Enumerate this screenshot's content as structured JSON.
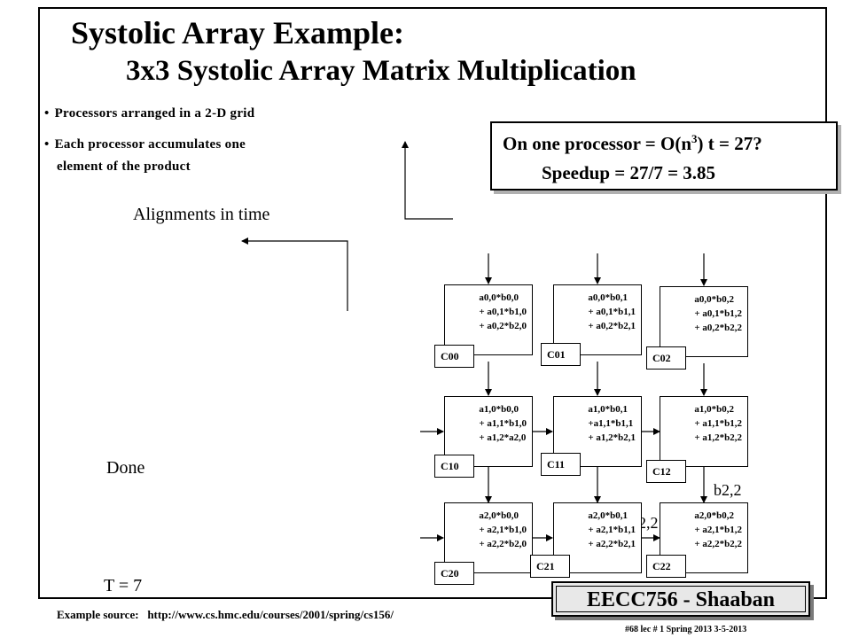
{
  "slide": {
    "title_line1": "Systolic Array  Example:",
    "title_line2": "3x3 Systolic Array Matrix Multiplication",
    "bullets": [
      "Processors  arranged  in  a 2-D grid",
      "Each processor accumulates one"
    ],
    "bullet_continuation": "element  of the product",
    "complexity_line1": "On one processor = O(n",
    "complexity_exp": "3",
    "complexity_line1_end": ") t = 27?",
    "complexity_line2": "Speedup = 27/7 = 3.85",
    "alignment_label": "Alignments in time",
    "status_label": "Done",
    "time_label": "T = 7",
    "b_input_label": "b2,2",
    "a_input_label": "a2,2"
  },
  "grid": [
    {
      "tag": "C00",
      "expr": [
        "a0,0*b0,0",
        "+ a0,1*b1,0",
        "+ a0,2*b2,0"
      ]
    },
    {
      "tag": "C01",
      "expr": [
        "a0,0*b0,1",
        "+ a0,1*b1,1",
        "+ a0,2*b2,1"
      ]
    },
    {
      "tag": "C02",
      "expr": [
        "a0,0*b0,2",
        "+ a0,1*b1,2",
        "+ a0,2*b2,2"
      ]
    },
    {
      "tag": "C10",
      "expr": [
        "a1,0*b0,0",
        "+ a1,1*b1,0",
        "+ a1,2*a2,0"
      ]
    },
    {
      "tag": "C11",
      "expr": [
        "a1,0*b0,1",
        "+a1,1*b1,1",
        "+ a1,2*b2,1"
      ]
    },
    {
      "tag": "C12",
      "expr": [
        "a1,0*b0,2",
        "+ a1,1*b1,2",
        "+ a1,2*b2,2"
      ]
    },
    {
      "tag": "C20",
      "expr": [
        "a2,0*b0,0",
        "+ a2,1*b1,0",
        "+ a2,2*b2,0"
      ]
    },
    {
      "tag": "C21",
      "expr": [
        "a2,0*b0,1",
        "+ a2,1*b1,1",
        "+ a2,2*b2,1"
      ]
    },
    {
      "tag": "C22",
      "expr": [
        "a2,0*b0,2",
        "+ a2,1*b1,2",
        "+ a2,2*b2,2"
      ]
    }
  ],
  "footer": {
    "source_label": "Example source:",
    "source_url": "http://www.cs.hmc.edu/courses/2001/spring/cs156/",
    "course_label": "EECC756 - Shaaban",
    "lecture_meta": "#68   lec # 1    Spring 2013   3-5-2013"
  }
}
